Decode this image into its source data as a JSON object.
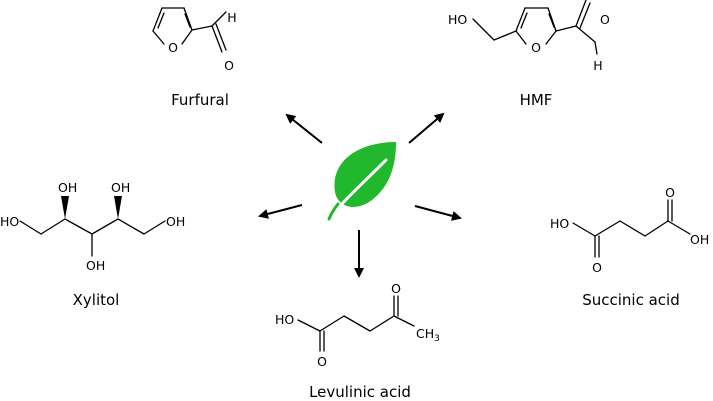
{
  "compounds": {
    "furfural": {
      "name": "Furfural",
      "atoms": {
        "o_ring": "O",
        "o_carbonyl": "O",
        "h": "H"
      }
    },
    "hmf": {
      "name": "HMF",
      "atoms": {
        "ho": "HO",
        "o_ring": "O",
        "o_carbonyl": "O",
        "h": "H"
      }
    },
    "xylitol": {
      "name": "Xylitol",
      "atoms": {
        "ho_left": "HO",
        "oh_top1": "OH",
        "oh_top2": "OH",
        "oh_bottom": "OH",
        "oh_right": "OH"
      }
    },
    "levulinic_acid": {
      "name": "Levulinic acid",
      "atoms": {
        "ho": "HO",
        "o_acid": "O",
        "o_keto": "O",
        "ch": "CH",
        "ch_sub": "3"
      }
    },
    "succinic_acid": {
      "name": "Succinic acid",
      "atoms": {
        "ho_left": "HO",
        "o_left": "O",
        "o_right": "O",
        "oh_right": "OH"
      }
    }
  },
  "center_icon": "leaf-icon",
  "colors": {
    "leaf": "#22b82e",
    "leaf_vein": "#ffffff",
    "ink": "#000000"
  }
}
